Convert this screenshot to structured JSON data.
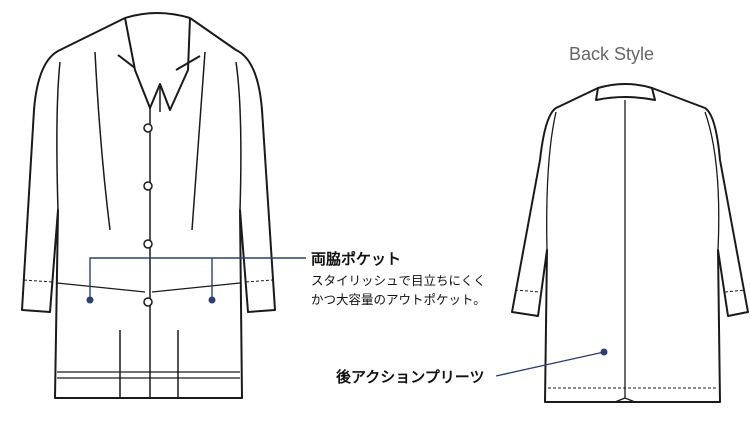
{
  "back_view": {
    "title": "Back Style"
  },
  "callouts": {
    "pocket": {
      "title": "両脇ポケット",
      "description_line1": "スタイリッシュで目立ちにくく",
      "description_line2": "かつ大容量のアウトポケット。"
    },
    "pleat": {
      "title": "後アクションプリーツ"
    }
  },
  "colors": {
    "outline": "#1a1a1a",
    "leader": "#2a3f7a",
    "title": "#666666"
  }
}
